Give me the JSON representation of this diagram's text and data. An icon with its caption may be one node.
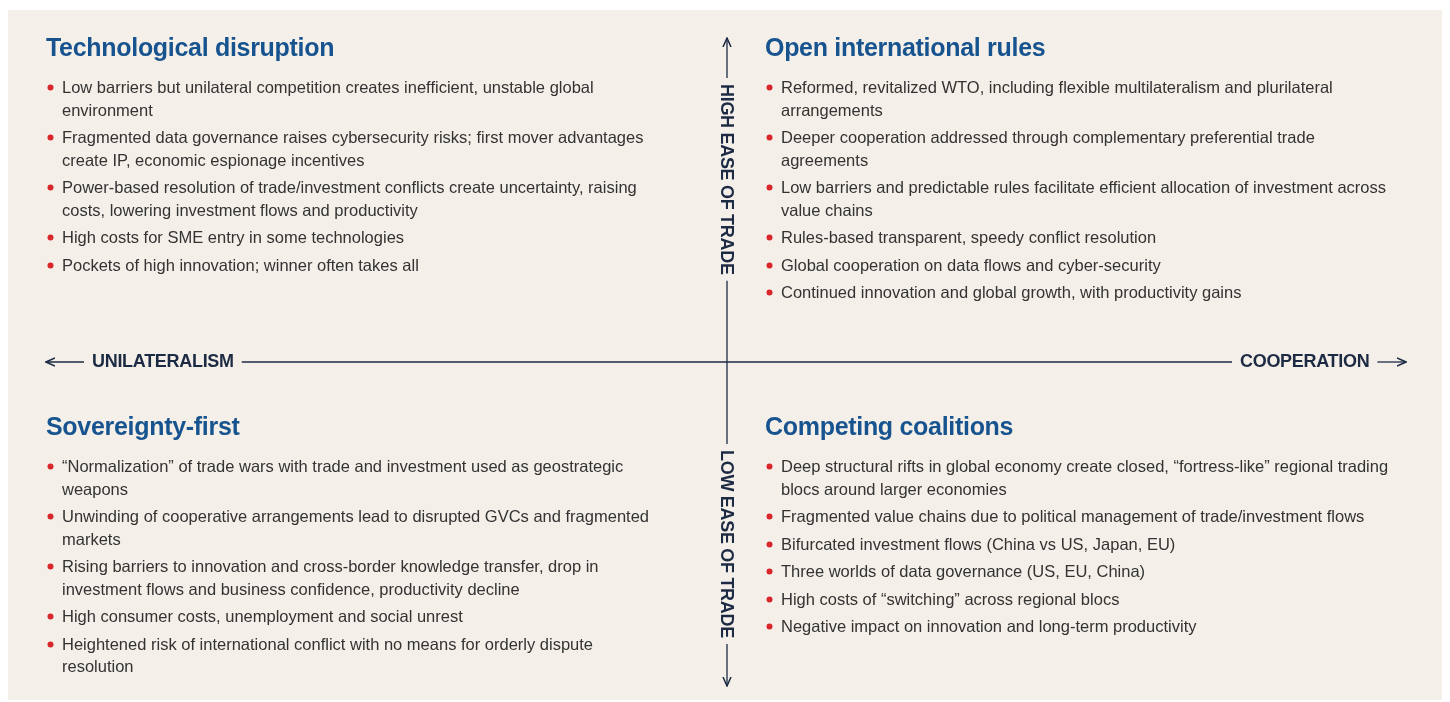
{
  "diagram": {
    "labels": [
      "Technological disruption",
      "Low barriers but unilateral competition creates inefficient, unstable global environment",
      "Fragmented data governance raises cybersecurity risks; first mover advantages create IP, economic espionage incentives",
      "Power-based resolution of trade/investment conflicts create uncertainty, raising costs, lowering investment flows and productivity",
      "High costs for SME entry in some technologies",
      "Pockets of high innovation; winner often takes all",
      "HIGH EASE OF TRADE",
      "Open international rules",
      "Reformed, revitalized WTO, including flexible multilateralism and plurilateral arrangements",
      "Deeper cooperation addressed through complementary preferential trade agreements",
      "Low barriers and predictable rules facilitate efficient allocation of investment across value chains",
      "Rules-based transparent, speedy conflict resolution",
      "Global cooperation on data flows and cyber-security",
      "Continued innovation and global growth, with productivity gains",
      "UNILATERALISM",
      "COOPERATION",
      "Sovereignty-first",
      "“Normalization” of trade wars with trade and investment used as geostrategic weapons",
      "Unwinding of cooperative arrangements lead to disrupted GVCs and fragmented markets",
      "Rising barriers to innovation and cross-border knowledge transfer, drop in investment flows and business confidence, productivity decline",
      "High consumer costs, unemployment and social unrest",
      "Heightened risk of international conflict with no means for orderly dispute resolution",
      "LOW EASE OF TRADE",
      "Competing coalitions",
      "Deep structural rifts in global economy create closed, “fortress-like” regional trading blocs around larger economies",
      "Fragmented value chains due to political management of trade/investment flows",
      "Bifurcated investment flows (China vs US, Japan, EU)",
      "Three worlds of data governance (US, EU, China)",
      "High costs of “switching” across regional blocs",
      "Negative impact on innovation and long-term productivity"
    ]
  }
}
